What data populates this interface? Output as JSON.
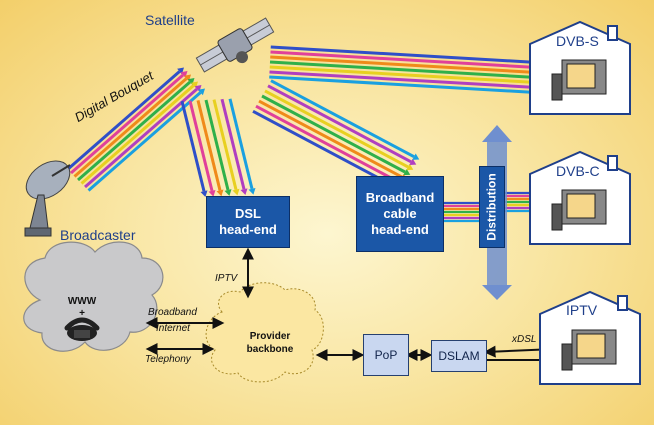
{
  "labels": {
    "satellite": "Satellite",
    "digital_bouquet": "Digital Bouquet",
    "broadcaster": "Broadcaster",
    "dsl_headend": [
      "DSL",
      "head-end"
    ],
    "cable_headend": [
      "Broadband",
      "cable",
      "head-end"
    ],
    "distribution": "Distribution",
    "iptv_link": "IPTV",
    "provider_backbone": [
      "Provider",
      "backbone"
    ],
    "pop": "PoP",
    "dslam": "DSLAM",
    "xdsl": "xDSL",
    "www": [
      "WWW",
      "+"
    ],
    "broadband_internet": [
      "Broadband",
      "Internet"
    ],
    "telephony": "Telephony"
  },
  "houses": [
    {
      "label": "DVB-S"
    },
    {
      "label": "DVB-C"
    },
    {
      "label": "IPTV"
    }
  ],
  "colors": {
    "stripes": [
      "#2f4fc8",
      "#e0409a",
      "#f08a1a",
      "#2fb04a",
      "#e8d020",
      "#b03fc0",
      "#1aa0e0"
    ],
    "box_blue": "#1b57a7",
    "house_stroke": "#1f3f8a"
  }
}
